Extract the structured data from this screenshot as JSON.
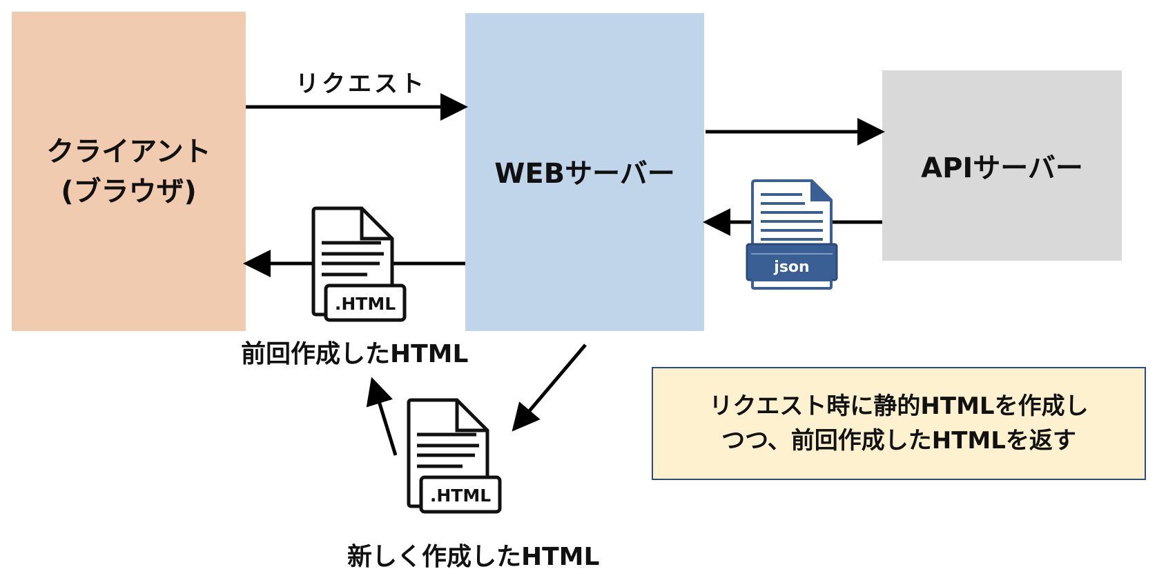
{
  "nodes": {
    "client": {
      "line1": "クライアント",
      "line2": "(ブラウザ)"
    },
    "web_server": {
      "label": "WEBサーバー"
    },
    "api_server": {
      "label": "APIサーバー"
    }
  },
  "edges": {
    "request_label": "リクエスト"
  },
  "documents": {
    "previous_html": {
      "ext": ".HTML",
      "caption": "前回作成したHTML"
    },
    "new_html": {
      "ext": ".HTML",
      "caption": "新しく作成したHTML"
    },
    "json_doc": {
      "ext": "json"
    }
  },
  "note": {
    "line1": "リクエスト時に静的HTMLを作成し",
    "line2": "つつ、前回作成したHTMLを返す"
  },
  "colors": {
    "client_fill": "#f1cbaf",
    "web_fill": "#c1d5ea",
    "api_fill": "#d9d9d9",
    "note_fill": "#fdf1cf",
    "note_border": "#2f4a7a",
    "json_blue": "#3a5f94"
  }
}
